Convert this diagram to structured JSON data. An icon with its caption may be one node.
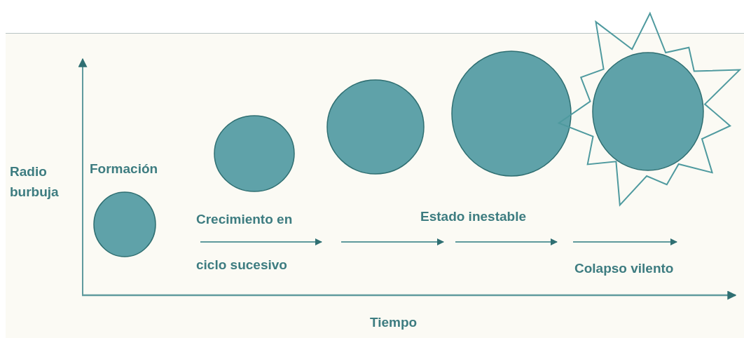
{
  "diagram": {
    "nodes": [
      {
        "text": [],
        "shape": "circle"
      },
      {
        "text": [],
        "shape": "circle"
      },
      {
        "text": [],
        "shape": "circle"
      },
      {
        "text": [],
        "shape": "circle"
      },
      {
        "text": [],
        "shape": "circle"
      }
    ],
    "edges": [],
    "labels": [
      "Radio burbuja",
      "Formación",
      "Crecimiento en",
      "Estado inestable",
      "ciclo sucesivo",
      "Colapso vilento",
      "Tiempo"
    ]
  }
}
